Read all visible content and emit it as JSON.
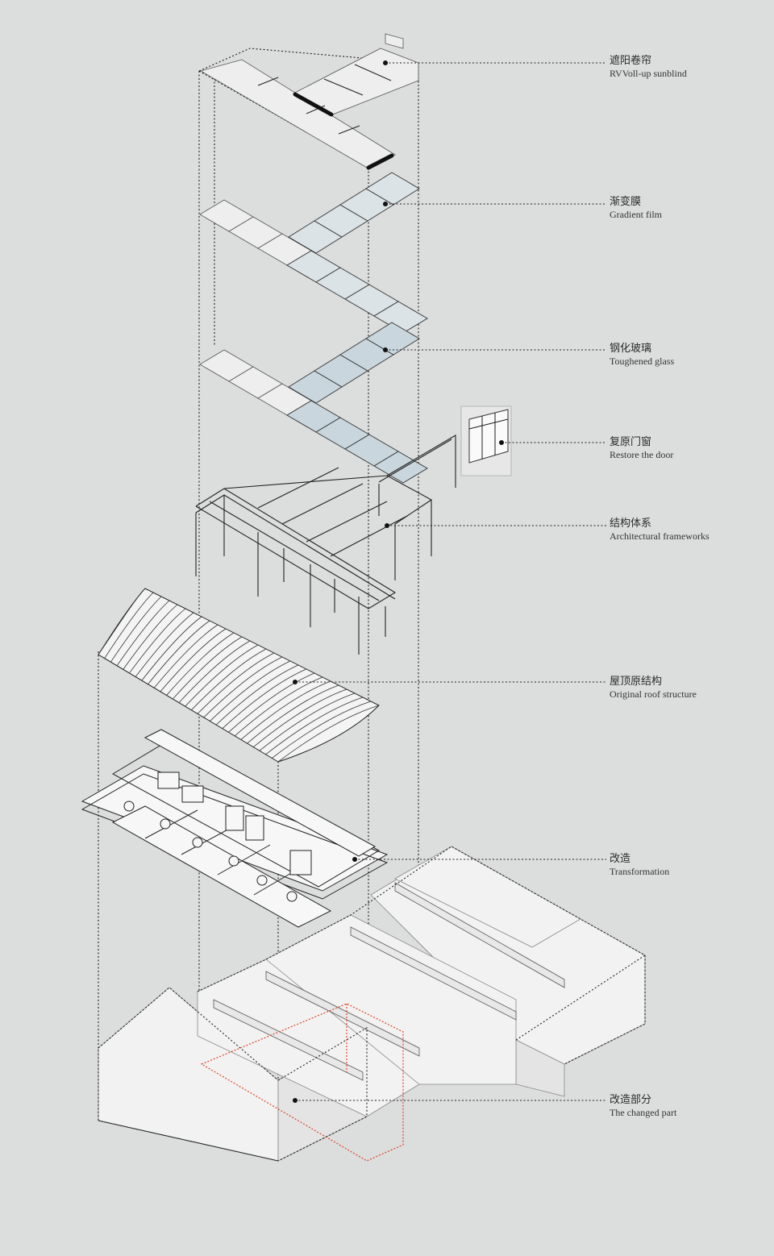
{
  "layers": [
    {
      "id": "sunblind",
      "zh": "遮阳卷帘",
      "en": "RVVoll-up sunblind"
    },
    {
      "id": "gradient",
      "zh": "渐变膜",
      "en": "Gradient film"
    },
    {
      "id": "glass",
      "zh": "钢化玻璃",
      "en": "Toughened glass"
    },
    {
      "id": "door",
      "zh": "复原门窗",
      "en": "Restore the door"
    },
    {
      "id": "framework",
      "zh": "结构体系",
      "en": "Architectural frameworks"
    },
    {
      "id": "roof",
      "zh": "屋顶原结构",
      "en": "Original roof  structure"
    },
    {
      "id": "transformation",
      "zh": "改造",
      "en": "Transformation"
    },
    {
      "id": "changed",
      "zh": "改造部分",
      "en": "The changed part"
    }
  ],
  "colors": {
    "background": "#dcdddd",
    "line": "#1f1f1f",
    "glass": "#c9d6dd",
    "paper": "#eeeeee",
    "highlight": "#e0452a"
  }
}
